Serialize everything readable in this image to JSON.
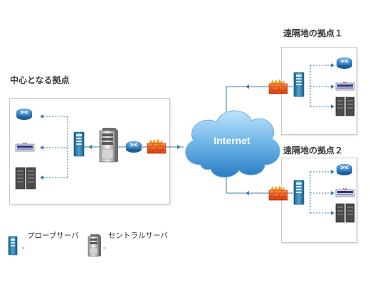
{
  "central_site": {
    "title": "中心となる拠点"
  },
  "remote_sites": [
    {
      "title": "遠隔地の拠点１"
    },
    {
      "title": "遠隔地の拠点２"
    }
  ],
  "cloud": {
    "label": "Internet"
  },
  "legend": {
    "probe": {
      "dash": "-",
      "label": "プローブサーバ",
      "icon": "probe-server-icon"
    },
    "central": {
      "dash": "-",
      "label": "セントラルサーバ",
      "icon": "central-server-icon"
    }
  },
  "colors": {
    "line": "#3f7fa9",
    "cloud_light": "#9fd0f3",
    "cloud_dark": "#2f86c9",
    "firewall": "#e8501f",
    "router": "#3c8fd0"
  }
}
